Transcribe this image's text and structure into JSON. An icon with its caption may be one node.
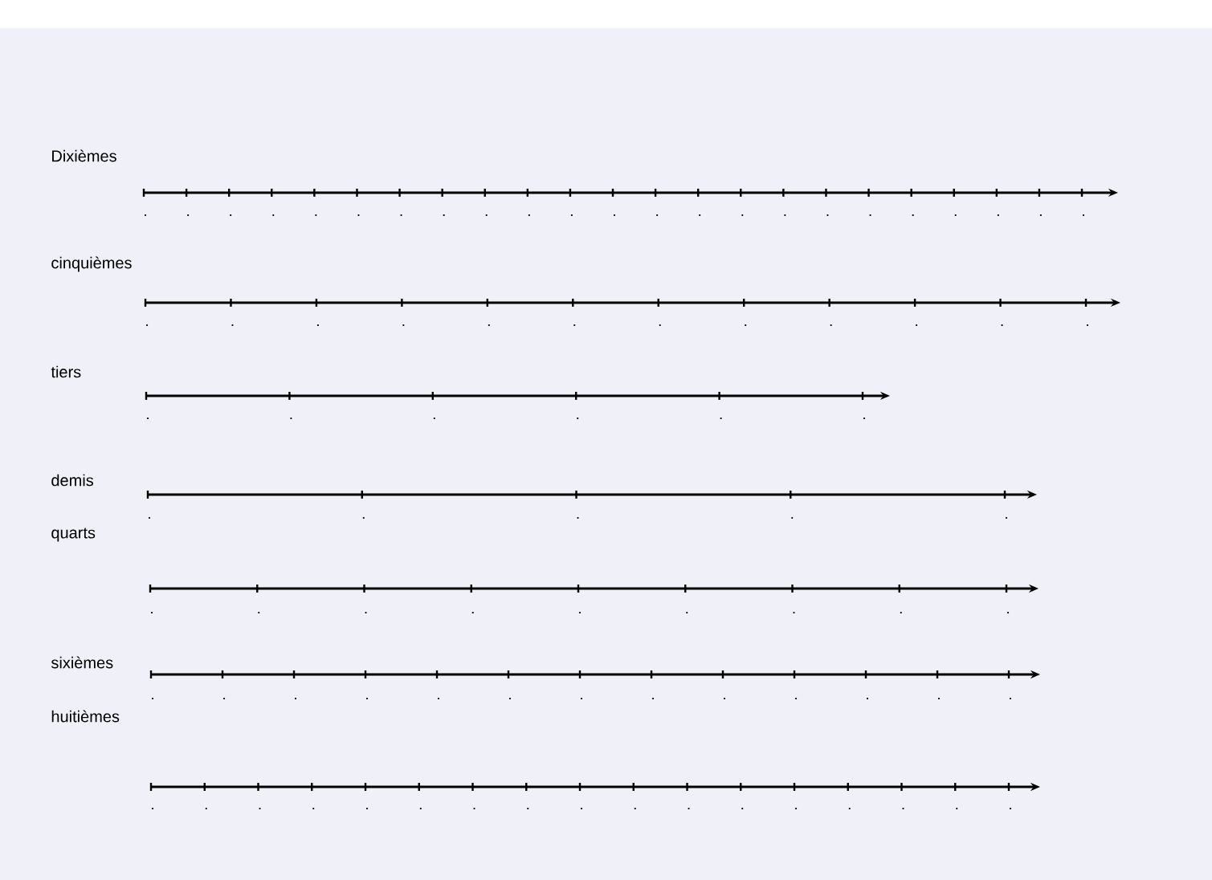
{
  "diagram": {
    "labels": [
      "Dixièmes",
      "cinquièmes",
      "tiers",
      "demis",
      "quarts",
      "sixièmes",
      "huitièmes"
    ]
  }
}
